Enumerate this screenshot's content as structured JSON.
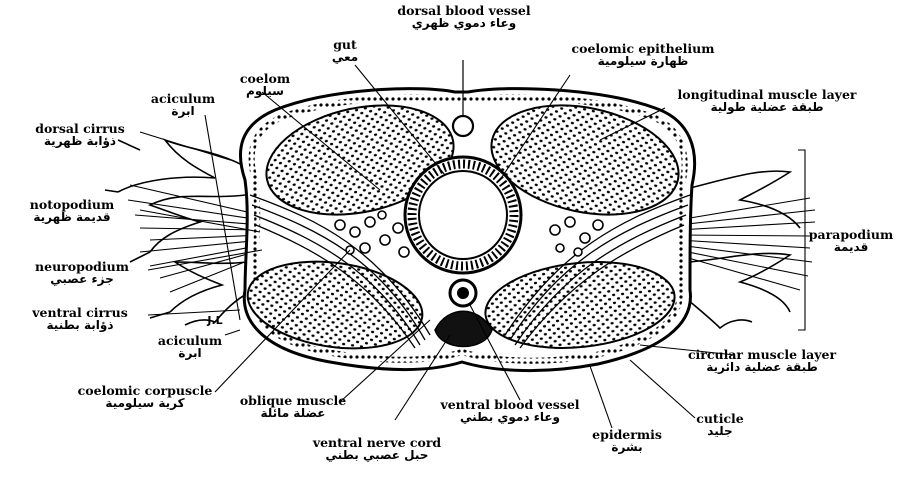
{
  "labels": {
    "dorsal_blood_vessel": {
      "en": "dorsal blood vessel",
      "ar": "وعاء دموي ظهري"
    },
    "gut": {
      "en": "gut",
      "ar": "معي"
    },
    "coelomic_epithelium": {
      "en": "coelomic epithelium",
      "ar": "ظهارة سيلومية"
    },
    "coelom": {
      "en": "coelom",
      "ar": "سيلوم"
    },
    "longitudinal_muscle_layer": {
      "en": "longitudinal muscle layer",
      "ar": "طبقة عضلية طولية"
    },
    "aciculum_top": {
      "en": "aciculum",
      "ar": "ابرة"
    },
    "dorsal_cirrus": {
      "en": "dorsal cirrus",
      "ar": "ذؤابة ظهرية"
    },
    "notopodium": {
      "en": "notopodium",
      "ar": "قديمة ظهرية"
    },
    "parapodium": {
      "en": "parapodium",
      "ar": "قديمة"
    },
    "neuropodium": {
      "en": "neuropodium",
      "ar": "جزء عصبي"
    },
    "ventral_cirrus": {
      "en": "ventral cirrus",
      "ar": "ذؤابة بطنية"
    },
    "aciculum_bottom": {
      "en": "aciculum",
      "ar": "ابرة"
    },
    "circular_muscle_layer": {
      "en": "circular muscle layer",
      "ar": "طبقة عضلية دائرية"
    },
    "coelomic_corpuscle": {
      "en": "coelomic corpuscle",
      "ar": "كرية سيلومية"
    },
    "oblique_muscle": {
      "en": "oblique muscle",
      "ar": "عضلة مائلة"
    },
    "ventral_blood_vessel": {
      "en": "ventral blood vessel",
      "ar": "وعاء دموي بطني"
    },
    "cuticle": {
      "en": "cuticle",
      "ar": "جليد"
    },
    "epidermis": {
      "en": "epidermis",
      "ar": "بشرة"
    },
    "ventral_nerve_cord": {
      "en": "ventral nerve cord",
      "ar": "حبل عصبي بطني"
    }
  },
  "marks": {
    "aciculum_fragment": "J.L"
  }
}
